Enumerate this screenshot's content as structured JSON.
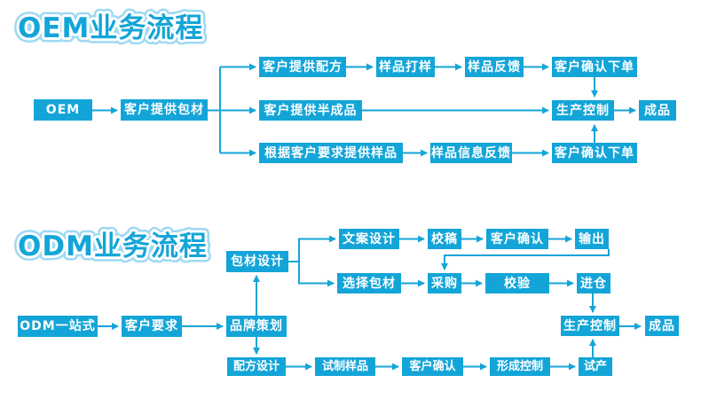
{
  "colors": {
    "accent": "#14a5d8",
    "box_text": "#ffffff",
    "title_outline": "#ffffff",
    "title_glow": "#9ed9f2"
  },
  "oem": {
    "title": "OEM业务流程",
    "nodes": {
      "start": "OEM",
      "packaging": "客户提供包材",
      "r1c1": "客户提供配方",
      "r1c2": "样品打样",
      "r1c3": "样品反馈",
      "r1c4": "客户确认下单",
      "r2c1": "客户提供半成品",
      "r2c2": "生产控制",
      "r2c3": "成品",
      "r3c1": "根据客户要求提供样品",
      "r3c2": "样品信息反馈",
      "r3c3": "客户确认下单"
    }
  },
  "odm": {
    "title": "ODM业务流程",
    "nodes": {
      "start": "ODM一站式",
      "requirement": "客户要求",
      "planning": "品牌策划",
      "package_design": "包材设计",
      "a1": "文案设计",
      "a2": "校稿",
      "a3": "客户确认",
      "a4": "输出",
      "b1": "选择包材",
      "b2": "采购",
      "b3": "校验",
      "b4": "进仓",
      "production": "生产控制",
      "finished": "成品",
      "c1": "配方设计",
      "c2": "试制样品",
      "c3": "客户确认",
      "c4": "形成控制",
      "c5": "试产"
    }
  }
}
